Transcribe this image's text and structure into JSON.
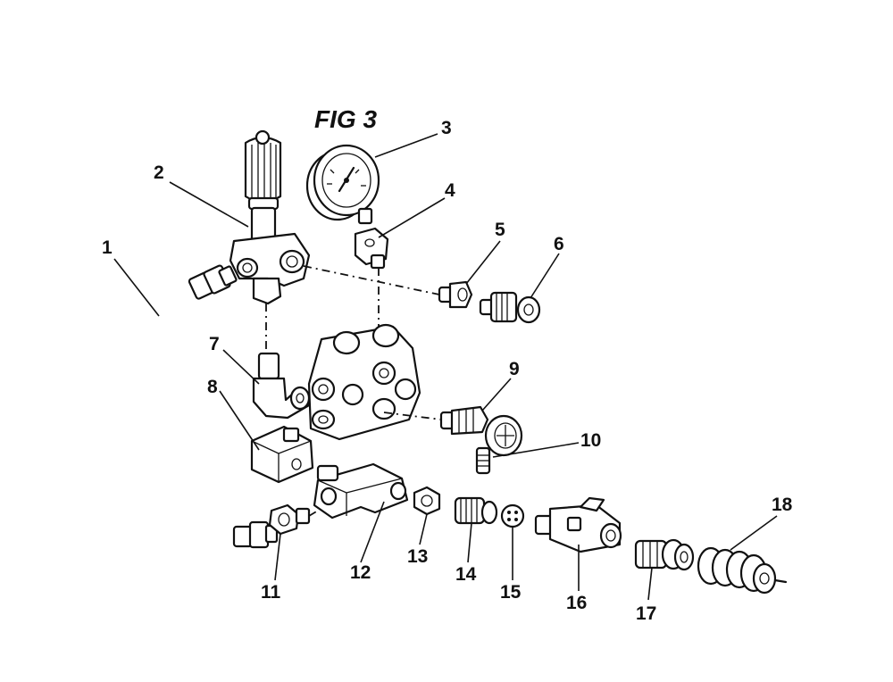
{
  "figure": {
    "title": "FIG 3"
  },
  "callouts": [
    {
      "id": "1",
      "label": "1"
    },
    {
      "id": "2",
      "label": "2"
    },
    {
      "id": "3",
      "label": "3"
    },
    {
      "id": "4",
      "label": "4"
    },
    {
      "id": "5",
      "label": "5"
    },
    {
      "id": "6",
      "label": "6"
    },
    {
      "id": "7",
      "label": "7"
    },
    {
      "id": "8",
      "label": "8"
    },
    {
      "id": "9",
      "label": "9"
    },
    {
      "id": "10",
      "label": "10"
    },
    {
      "id": "11",
      "label": "11"
    },
    {
      "id": "12",
      "label": "12"
    },
    {
      "id": "13",
      "label": "13"
    },
    {
      "id": "14",
      "label": "14"
    },
    {
      "id": "15",
      "label": "15"
    },
    {
      "id": "16",
      "label": "16"
    },
    {
      "id": "17",
      "label": "17"
    },
    {
      "id": "18",
      "label": "18"
    }
  ]
}
